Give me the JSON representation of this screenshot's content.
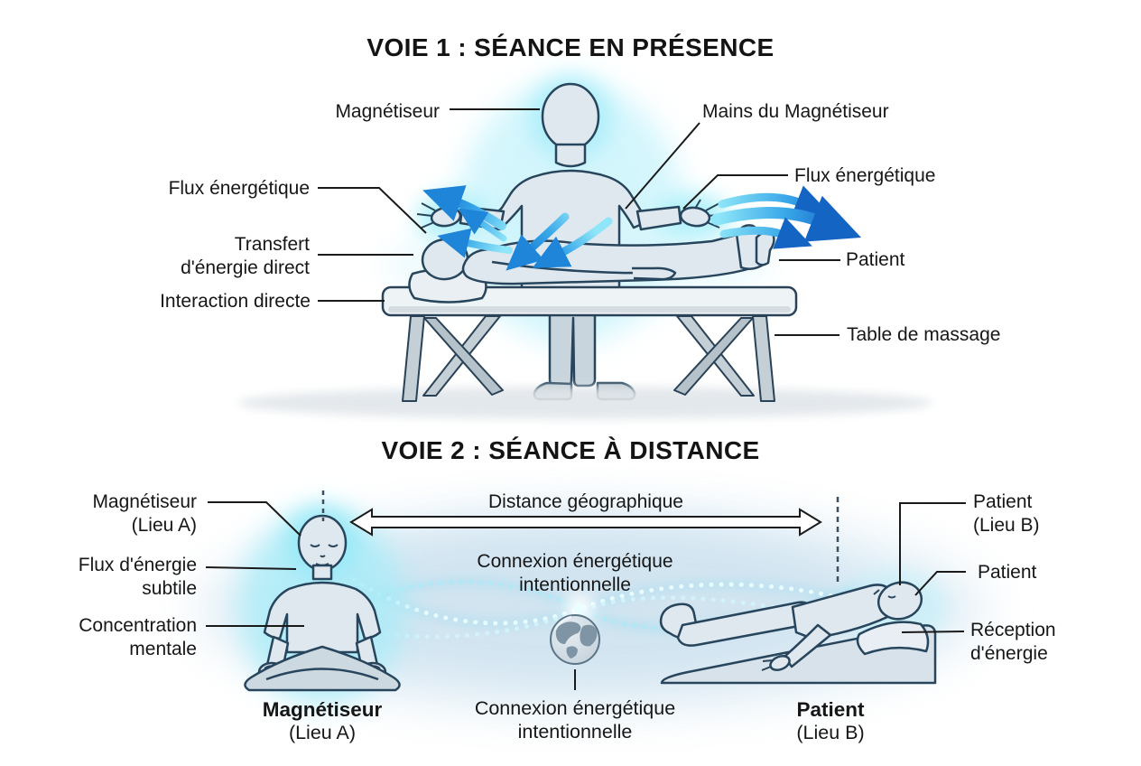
{
  "panel1": {
    "title": "VOIE 1 : SÉANCE EN PRÉSENCE",
    "labels": {
      "magnetiseur": "Magnétiseur",
      "mains_magnetiseur": "Mains du Magnétiseur",
      "flux_energetique_gauche": "Flux énergétique",
      "flux_energetique_droite": "Flux énergétique",
      "transfert_ligne1": "Transfert",
      "transfert_ligne2": "d'énergie direct",
      "interaction_directe": "Interaction directe",
      "patient": "Patient",
      "table_massage": "Table de massage"
    }
  },
  "panel2": {
    "title": "VOIE 2 : SÉANCE À DISTANCE",
    "labels": {
      "magnetiseur_ligne1": "Magnétiseur",
      "magnetiseur_ligne2": "(Lieu A)",
      "flux_subtile_ligne1": "Flux d'énergie",
      "flux_subtile_ligne2": "subtile",
      "concentration_ligne1": "Concentration",
      "concentration_ligne2": "mentale",
      "distance_geographique": "Distance géographique",
      "connexion_ligne1": "Connexion énergétique",
      "connexion_ligne2": "intentionnelle",
      "patient_lieu_b_ligne1": "Patient",
      "patient_lieu_b_ligne2": "(Lieu B)",
      "patient": "Patient",
      "reception_ligne1": "Réception",
      "reception_ligne2": "d'énergie"
    },
    "captions": {
      "gauche_ligne1": "Magnétiseur",
      "gauche_ligne2": "(Lieu A)",
      "centre_ligne1": "Connexion énergétique",
      "centre_ligne2": "intentionnelle",
      "droite_ligne1": "Patient",
      "droite_ligne2": "(Lieu B)"
    }
  },
  "palette": {
    "text": "#161616",
    "outline": "#27455c",
    "figure_fill": "#dfe8ee",
    "arrow_blue_dark": "#1565c6",
    "arrow_blue_light": "#8fe6f8",
    "aura_cyan": "#a9ecf8",
    "soft_background": "#d8e8f3"
  }
}
